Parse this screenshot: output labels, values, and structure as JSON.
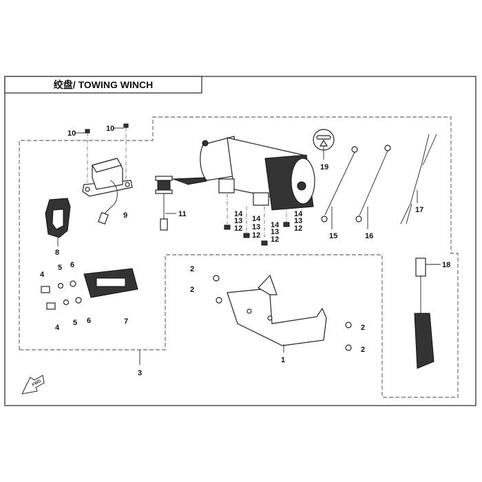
{
  "title": "绞盘/ TOWING WINCH",
  "callouts": {
    "p1": "1",
    "p2a": "2",
    "p2b": "2",
    "p2c": "2",
    "p2d": "2",
    "p3": "3",
    "p4a": "4",
    "p4b": "4",
    "p5a": "5",
    "p5b": "5",
    "p6a": "6",
    "p6b": "6",
    "p7": "7",
    "p8": "8",
    "p9": "9",
    "p10a": "10",
    "p10b": "10",
    "p11": "11",
    "p12a": "12",
    "p12b": "12",
    "p12c": "12",
    "p12d": "12",
    "p13a": "13",
    "p13b": "13",
    "p13c": "13",
    "p13d": "13",
    "p14a": "14",
    "p14b": "14",
    "p14c": "14",
    "p14d": "14",
    "p15": "15",
    "p16": "16",
    "p17": "17",
    "p18": "18",
    "p19": "19"
  },
  "fwd_label": "FWD"
}
